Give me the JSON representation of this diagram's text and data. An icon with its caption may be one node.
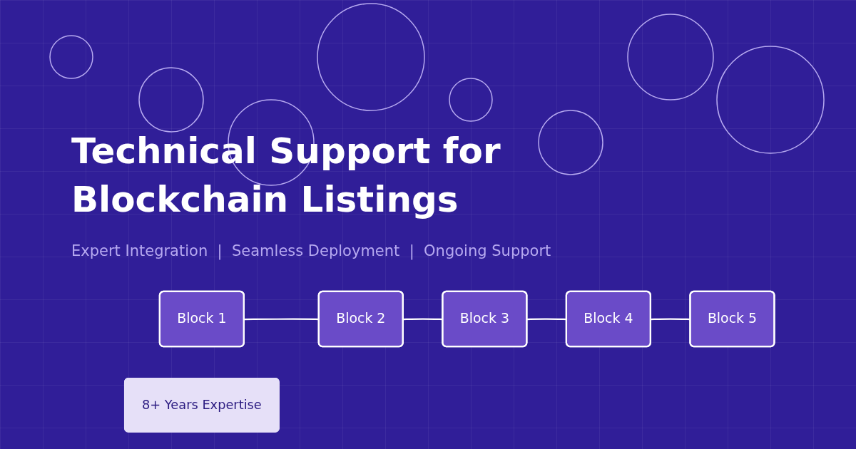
{
  "diagram": {
    "title": "Technical Support for Blockchain Listings",
    "nodes": [
      {
        "text": [
          "Block 1"
        ]
      },
      {
        "text": [
          "Block 2"
        ]
      },
      {
        "text": [
          "Block 3"
        ]
      },
      {
        "text": [
          "Block 4"
        ]
      },
      {
        "text": [
          "Block 5"
        ]
      },
      {
        "text": [
          "8+ Years Expertise"
        ]
      }
    ],
    "edges": [
      {
        "from": 0,
        "to": 1,
        "arrow": "none"
      },
      {
        "from": 1,
        "to": 2,
        "arrow": "none"
      },
      {
        "from": 2,
        "to": 3,
        "arrow": "none"
      },
      {
        "from": 3,
        "to": 4,
        "arrow": "none"
      }
    ],
    "labels": [
      "Expert Integration  |  Seamless Deployment  |  Ongoing Support"
    ]
  }
}
